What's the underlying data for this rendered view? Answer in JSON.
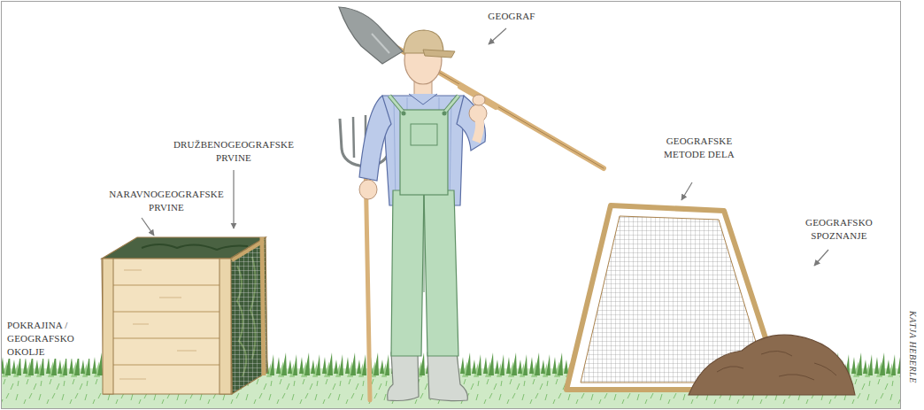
{
  "diagram": {
    "labels": [
      "GEOGRAF",
      "DRUŽBENOGEOGRAFSKE PRVINE",
      "NARAVNOGEOGRAFSKE PRVINE",
      "GEOGRAFSKE METODE DELA",
      "GEOGRAFSKO SPOZNANJE",
      "POKRAJINA / GEOGRAFSKO OKOLJE",
      "KATJA HEBERLE"
    ]
  }
}
